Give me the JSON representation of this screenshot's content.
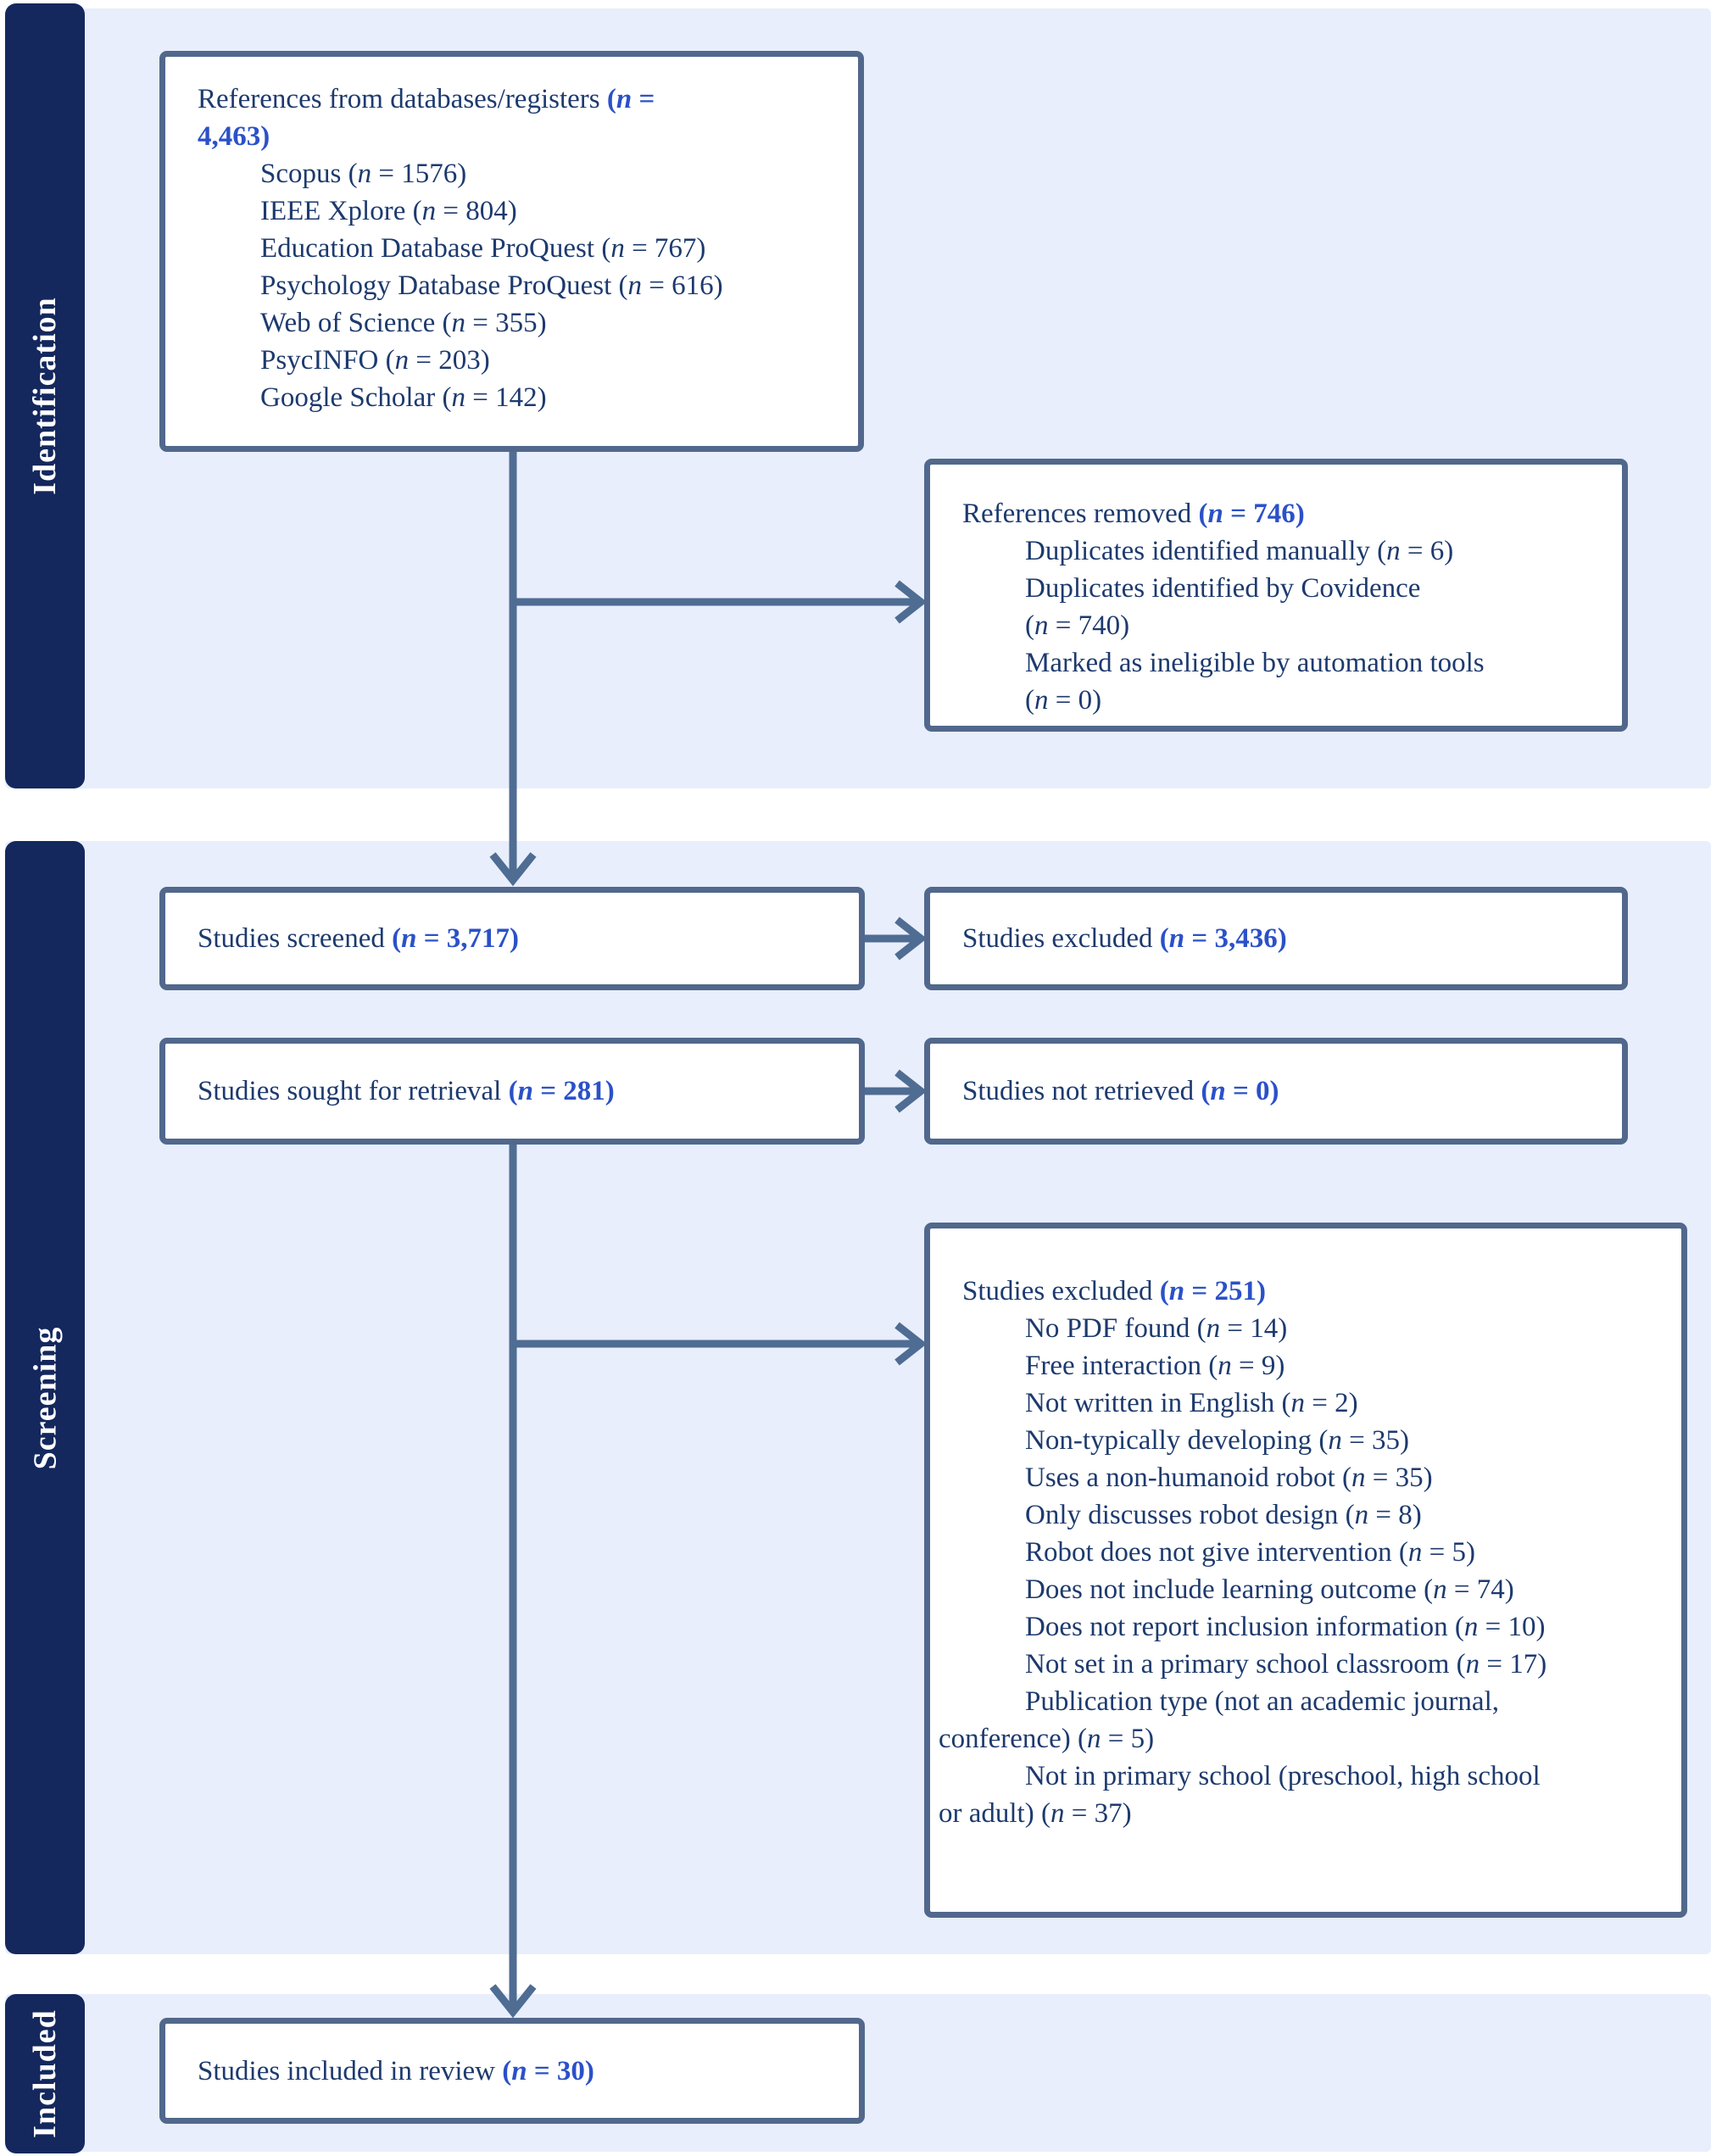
{
  "colors": {
    "sidebar_bg": "#14285e",
    "band_bg": "#e8eefb",
    "box_bg": "#ffffff",
    "box_border": "#51688c",
    "arrow": "#4f6c93",
    "text": "#1d3a6e",
    "accent_blue": "#2b51c8",
    "label_text": "#ffffff"
  },
  "sidebar": {
    "sections": [
      {
        "label": "Identification"
      },
      {
        "label": "Screening"
      },
      {
        "label": "Included"
      }
    ]
  },
  "boxes": {
    "references": {
      "lines": [
        {
          "ind": "h",
          "pre": "References from databases/registers ",
          "ns": "blue",
          "no": "(",
          "ni": "n",
          "nc": " ="
        },
        {
          "ind": "h",
          "pre": "",
          "ns": "blue",
          "no": "4,463)",
          "ni": "",
          "nc": ""
        },
        {
          "ind": "item",
          "pre": "Scopus ",
          "ns": "plain",
          "no": "(",
          "ni": "n",
          "nc": " = 1576)"
        },
        {
          "ind": "item",
          "pre": "IEEE Xplore ",
          "ns": "plain",
          "no": "(",
          "ni": "n",
          "nc": " = 804)"
        },
        {
          "ind": "item",
          "pre": "Education Database ProQuest ",
          "ns": "plain",
          "no": "(",
          "ni": "n",
          "nc": " = 767)"
        },
        {
          "ind": "item",
          "pre": "Psychology Database ProQuest ",
          "ns": "plain",
          "no": "(",
          "ni": "n",
          "nc": " = 616)"
        },
        {
          "ind": "item",
          "pre": "Web of Science ",
          "ns": "plain",
          "no": "(",
          "ni": "n",
          "nc": " = 355)"
        },
        {
          "ind": "item",
          "pre": "PsycINFO ",
          "ns": "plain",
          "no": "(",
          "ni": "n",
          "nc": " = 203)"
        },
        {
          "ind": "item",
          "pre": "Google Scholar ",
          "ns": "plain",
          "no": "(",
          "ni": "n",
          "nc": " = 142)"
        }
      ]
    },
    "references_removed": {
      "lines": [
        {
          "ind": "h",
          "pre": "References removed ",
          "ns": "blue",
          "no": "(",
          "ni": "n",
          "nc": " = 746)"
        },
        {
          "ind": "item",
          "pre": "Duplicates identified manually ",
          "ns": "plain",
          "no": "(",
          "ni": "n",
          "nc": " = 6)"
        },
        {
          "ind": "item",
          "pre": "Duplicates identified by Covidence",
          "ns": "none",
          "no": "",
          "ni": "",
          "nc": ""
        },
        {
          "ind": "cont",
          "pre": "",
          "ns": "plain",
          "no": "(",
          "ni": "n",
          "nc": " = 740)"
        },
        {
          "ind": "item",
          "pre": "Marked as ineligible by automation tools",
          "ns": "none",
          "no": "",
          "ni": "",
          "nc": ""
        },
        {
          "ind": "cont",
          "pre": "",
          "ns": "plain",
          "no": "(",
          "ni": "n",
          "nc": " = 0)"
        }
      ]
    },
    "studies_screened": {
      "lines": [
        {
          "ind": "h",
          "pre": "Studies screened ",
          "ns": "blue",
          "no": "(",
          "ni": "n",
          "nc": " = 3,717)"
        }
      ]
    },
    "studies_excluded_screening": {
      "lines": [
        {
          "ind": "h",
          "pre": "Studies excluded ",
          "ns": "blue",
          "no": "(",
          "ni": "n",
          "nc": " = 3,436)"
        }
      ]
    },
    "studies_sought": {
      "lines": [
        {
          "ind": "h",
          "pre": "Studies sought for retrieval ",
          "ns": "blue",
          "no": "(",
          "ni": "n",
          "nc": " = 281)"
        }
      ]
    },
    "studies_not_retrieved": {
      "lines": [
        {
          "ind": "h",
          "pre": "Studies not retrieved ",
          "ns": "blue",
          "no": "(",
          "ni": "n",
          "nc": " = 0)"
        }
      ]
    },
    "studies_excluded_retrieval": {
      "lines": [
        {
          "ind": "h",
          "pre": "Studies excluded ",
          "ns": "blue",
          "no": "(",
          "ni": "n",
          "nc": " = 251)"
        },
        {
          "ind": "item",
          "pre": "No PDF found ",
          "ns": "plain",
          "no": "(",
          "ni": "n",
          "nc": " = 14)"
        },
        {
          "ind": "item",
          "pre": "Free interaction ",
          "ns": "plain",
          "no": "(",
          "ni": "n",
          "nc": " = 9)"
        },
        {
          "ind": "item",
          "pre": "Not written in English ",
          "ns": "plain",
          "no": "(",
          "ni": "n",
          "nc": " = 2)"
        },
        {
          "ind": "item",
          "pre": "Non-typically developing ",
          "ns": "plain",
          "no": "(",
          "ni": "n",
          "nc": " = 35)"
        },
        {
          "ind": "item",
          "pre": "Uses a non-humanoid robot ",
          "ns": "plain",
          "no": "(",
          "ni": "n",
          "nc": " = 35)"
        },
        {
          "ind": "item",
          "pre": "Only discusses robot design ",
          "ns": "plain",
          "no": "(",
          "ni": "n",
          "nc": " = 8)"
        },
        {
          "ind": "item",
          "pre": "Robot does not give intervention ",
          "ns": "plain",
          "no": "(",
          "ni": "n",
          "nc": " = 5)"
        },
        {
          "ind": "item",
          "pre": "Does not include learning outcome ",
          "ns": "plain",
          "no": "(",
          "ni": "n",
          "nc": " = 74)"
        },
        {
          "ind": "item",
          "pre": "Does not report inclusion information ",
          "ns": "plain",
          "no": "(",
          "ni": "n",
          "nc": " = 10)"
        },
        {
          "ind": "item",
          "pre": "Not set in a primary school classroom ",
          "ns": "plain",
          "no": "(",
          "ni": "n",
          "nc": " = 17)"
        },
        {
          "ind": "item",
          "pre": "Publication type (not an academic journal,",
          "ns": "none",
          "no": "",
          "ni": "",
          "nc": ""
        },
        {
          "ind": "cont2",
          "pre": "conference) ",
          "ns": "plain",
          "no": "(",
          "ni": "n",
          "nc": " = 5)"
        },
        {
          "ind": "item",
          "pre": "Not in primary school (preschool, high school",
          "ns": "none",
          "no": "",
          "ni": "",
          "nc": ""
        },
        {
          "ind": "cont2",
          "pre": "or adult) ",
          "ns": "plain",
          "no": "(",
          "ni": "n",
          "nc": " = 37)"
        }
      ]
    },
    "studies_included": {
      "lines": [
        {
          "ind": "h",
          "pre": "Studies included in review ",
          "ns": "blue",
          "no": "(",
          "ni": "n",
          "nc": " = 30)"
        }
      ]
    }
  }
}
